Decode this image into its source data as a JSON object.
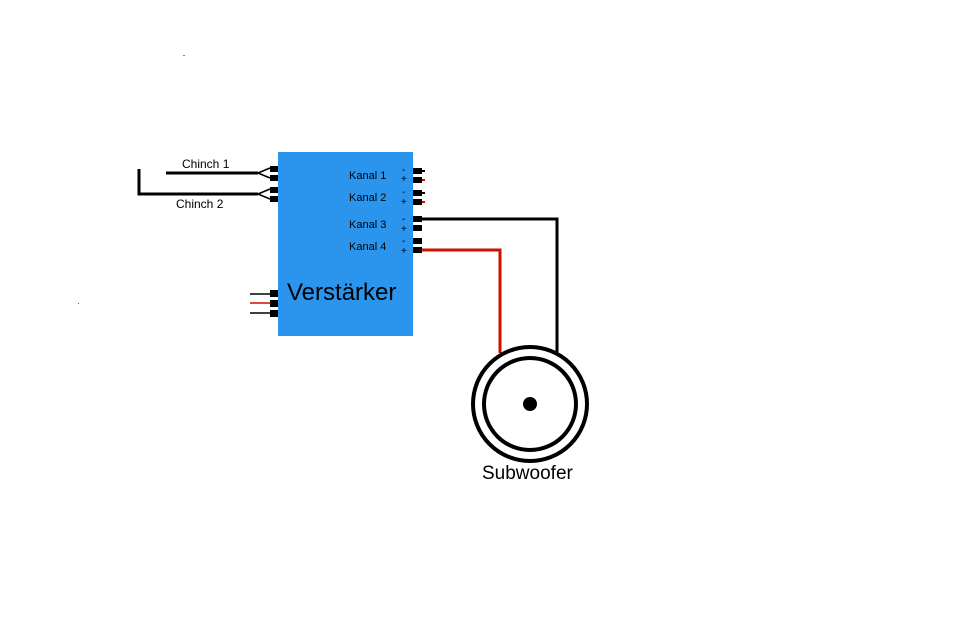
{
  "inputs": {
    "chinch1_label": "Chinch 1",
    "chinch2_label": "Chinch 2"
  },
  "amplifier": {
    "title": "Verstärker",
    "color": "#2b95ee",
    "channels": [
      {
        "label": "Kanal 1",
        "minus": "-",
        "plus": "+"
      },
      {
        "label": "Kanal 2",
        "minus": "-",
        "plus": "+"
      },
      {
        "label": "Kanal 3",
        "minus": "-",
        "plus": "+"
      },
      {
        "label": "Kanal 4",
        "minus": "-",
        "plus": "+"
      }
    ]
  },
  "subwoofer": {
    "label": "Subwoofer"
  },
  "colors": {
    "wire_black": "#000000",
    "wire_red": "#cc1100"
  }
}
